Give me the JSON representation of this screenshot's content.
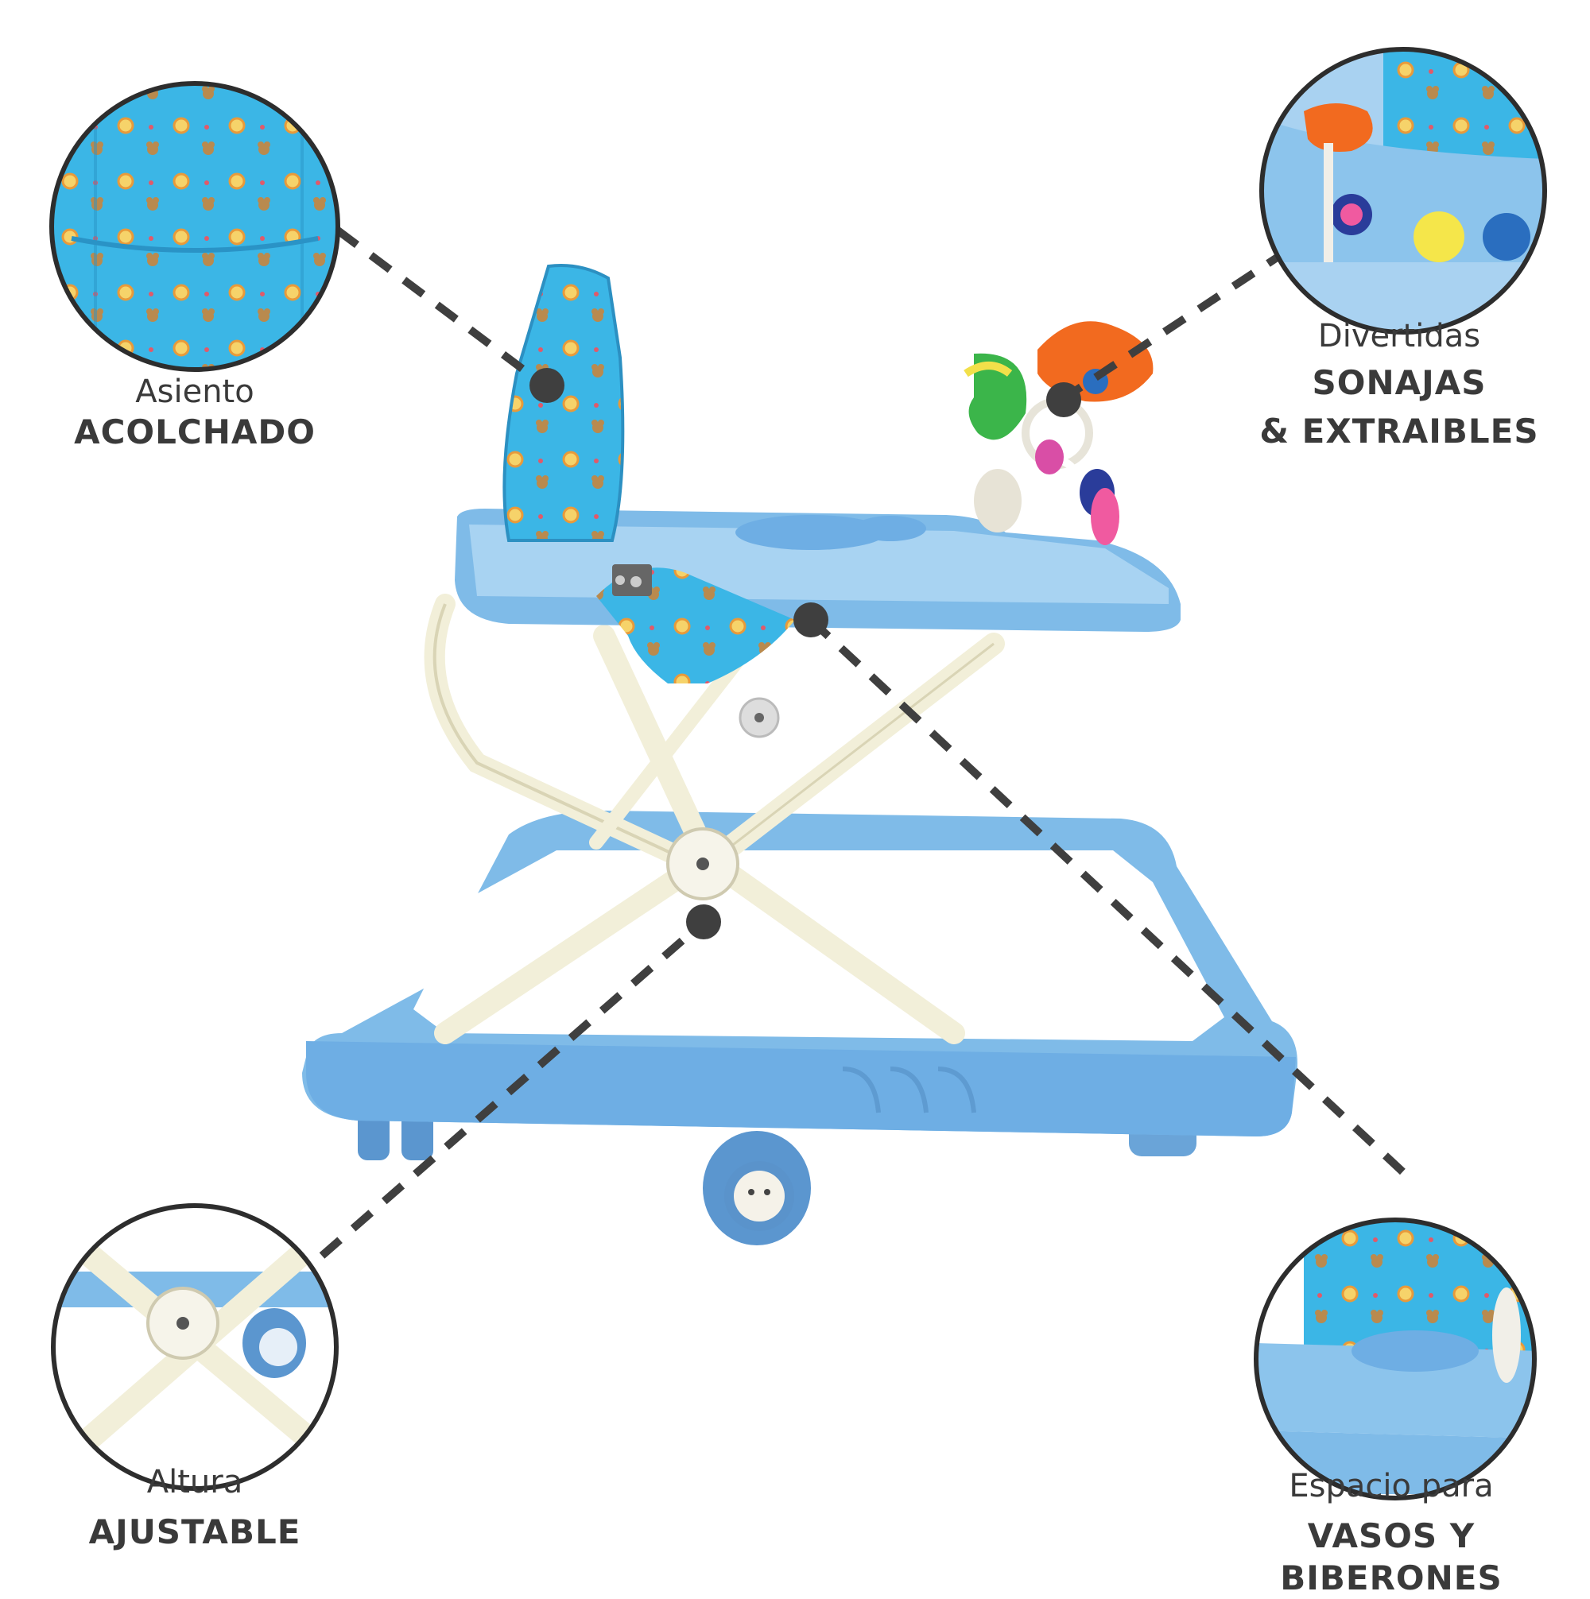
{
  "callouts": {
    "seat": {
      "light": "Asiento",
      "bold": "ACOLCHADO"
    },
    "toys": {
      "light": "Divertidas",
      "bold1": "SONAJAS",
      "bold2": "& EXTRAIBLES"
    },
    "height": {
      "light": "Altura",
      "bold": "AJUSTABLE"
    },
    "cups": {
      "light": "Espacio para",
      "bold": "VASOS Y BIBERONES"
    }
  },
  "colors": {
    "plastic_blue": "#7fbbe8",
    "plastic_blue_dark": "#4f8fc9",
    "fabric_blue": "#3bb6e6",
    "frame_cream": "#f2efd9",
    "dot_gray": "#3f3f3f"
  }
}
